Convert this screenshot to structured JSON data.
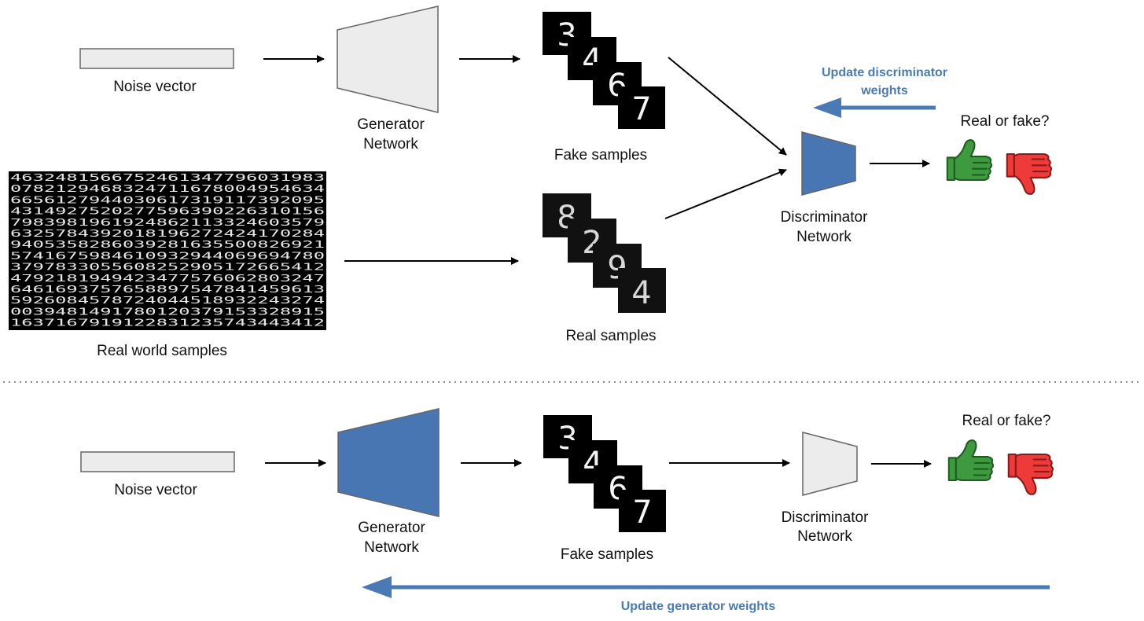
{
  "colors": {
    "network_gray": "#ececec",
    "network_blue": "#4876b2",
    "update_arrow": "#4a7ab6",
    "thumb_up": "#3e9a3e",
    "thumb_down": "#ef3a3a"
  },
  "discriminator_training": {
    "noise_label": "Noise vector",
    "generator_label_1": "Generator",
    "generator_label_2": "Network",
    "fake_samples_label": "Fake samples",
    "fake_digits": [
      "3",
      "4",
      "6",
      "7"
    ],
    "real_world_label": "Real world samples",
    "real_samples_label": "Real samples",
    "real_digits": [
      "8",
      "2",
      "9",
      "4"
    ],
    "discriminator_label_1": "Discriminator",
    "discriminator_label_2": "Network",
    "question": "Real or fake?",
    "update_label_1": "Update discriminator",
    "update_label_2": "weights"
  },
  "generator_training": {
    "noise_label": "Noise vector",
    "generator_label_1": "Generator",
    "generator_label_2": "Network",
    "fake_samples_label": "Fake samples",
    "fake_digits": [
      "3",
      "4",
      "6",
      "7"
    ],
    "discriminator_label_1": "Discriminator",
    "discriminator_label_2": "Network",
    "question": "Real or fake?",
    "update_label": "Update generator weights"
  },
  "icons": {
    "thumbs_up": "thumbs-up-icon",
    "thumbs_down": "thumbs-down-icon"
  }
}
